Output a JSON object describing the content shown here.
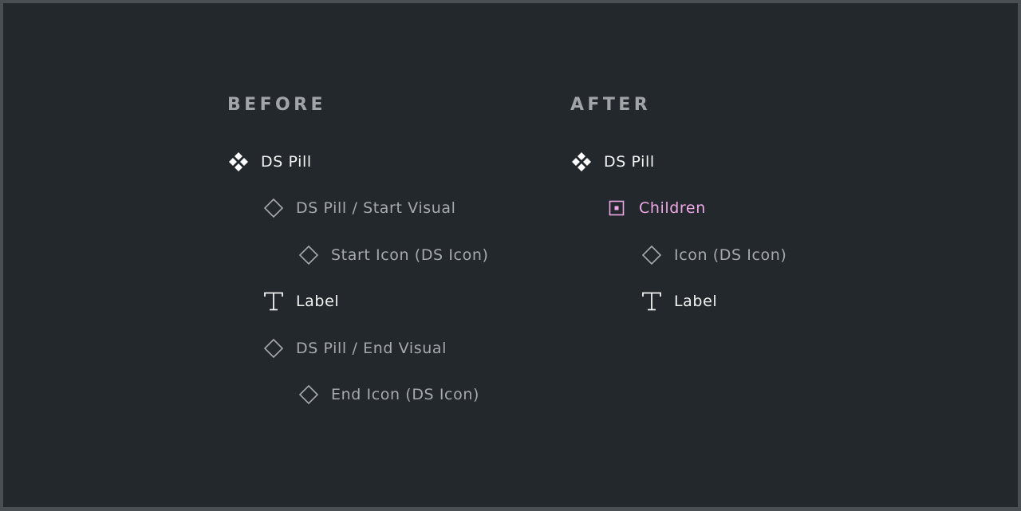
{
  "colors": {
    "background": "#22282b",
    "heading": "#a2a5a7",
    "text_primary": "#f2f3f3",
    "text_secondary": "#a7aaac",
    "accent_pink": "#f0a8e8"
  },
  "before": {
    "heading": "BEFORE",
    "items": [
      {
        "label": "DS Pill",
        "icon": "component-icon"
      },
      {
        "label": "DS Pill / Start Visual",
        "icon": "instance-icon"
      },
      {
        "label": "Start Icon (DS Icon)",
        "icon": "instance-icon"
      },
      {
        "label": "Label",
        "icon": "text-icon"
      },
      {
        "label": "DS Pill / End Visual",
        "icon": "instance-icon"
      },
      {
        "label": "End Icon (DS Icon)",
        "icon": "instance-icon"
      }
    ]
  },
  "after": {
    "heading": "AFTER",
    "items": [
      {
        "label": "DS Pill",
        "icon": "component-icon"
      },
      {
        "label": "Children",
        "icon": "slot-icon"
      },
      {
        "label": "Icon (DS Icon)",
        "icon": "instance-icon"
      },
      {
        "label": "Label",
        "icon": "text-icon"
      }
    ]
  }
}
